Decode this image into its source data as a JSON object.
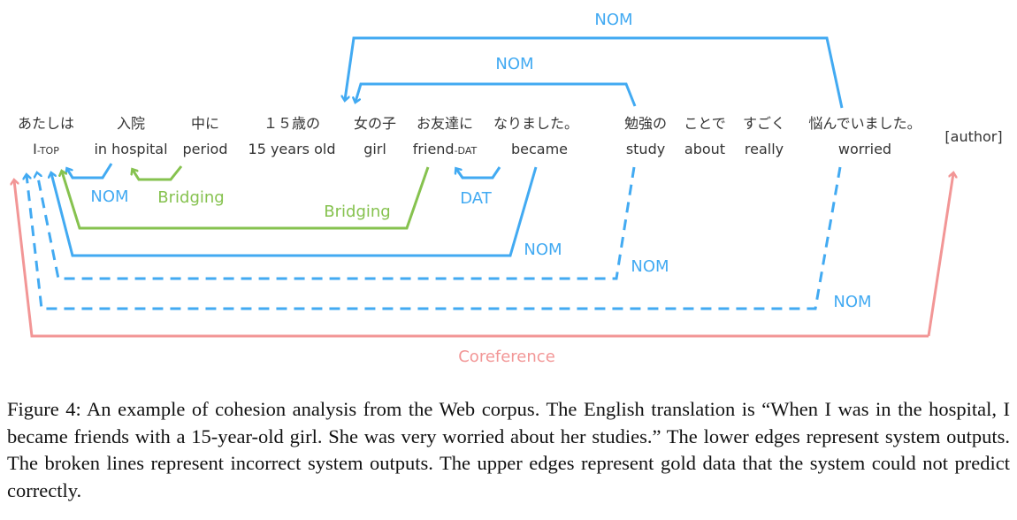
{
  "diagram": {
    "tokens": [
      {
        "jp": "あたしは",
        "en": "I",
        "en_suffix": "-TOP"
      },
      {
        "jp": "入院",
        "en": "in hospital",
        "en_suffix": ""
      },
      {
        "jp": "中に",
        "en": "period",
        "en_suffix": ""
      },
      {
        "jp": "１５歳の",
        "en": "15 years old",
        "en_suffix": ""
      },
      {
        "jp": "女の子",
        "en": "girl",
        "en_suffix": ""
      },
      {
        "jp": "お友達に",
        "en": "friend",
        "en_suffix": "-DAT"
      },
      {
        "jp": "なりました。",
        "en": "became",
        "en_suffix": ""
      },
      {
        "jp": "勉強の",
        "en": "study",
        "en_suffix": ""
      },
      {
        "jp": "ことで",
        "en": "about",
        "en_suffix": ""
      },
      {
        "jp": "すごく",
        "en": "really",
        "en_suffix": ""
      },
      {
        "jp": "悩んでいました。",
        "en": "worried",
        "en_suffix": ""
      }
    ],
    "author_label": "[author]",
    "colors": {
      "nom_dat": "#42aaf2",
      "bridging": "#86c24f",
      "coreference": "#f29696",
      "text": "#333333"
    },
    "upper_edges": [
      {
        "label": "NOM",
        "from": "悩んでいました。",
        "to": "女の子",
        "type": "gold"
      },
      {
        "label": "NOM",
        "from": "勉強の",
        "to": "女の子",
        "type": "gold"
      }
    ],
    "lower_edges": [
      {
        "label": "NOM",
        "from": "入院",
        "to": "あたしは",
        "type": "correct"
      },
      {
        "label": "Bridging",
        "from": "中に",
        "to": "入院",
        "type": "correct"
      },
      {
        "label": "Bridging",
        "from": "お友達に",
        "to": "あたしは",
        "type": "correct"
      },
      {
        "label": "DAT",
        "from": "なりました。",
        "to": "お友達に",
        "type": "correct"
      },
      {
        "label": "NOM",
        "from": "なりました。",
        "to": "あたしは",
        "type": "correct"
      },
      {
        "label": "NOM",
        "from": "勉強の",
        "to": "あたしは",
        "type": "incorrect"
      },
      {
        "label": "NOM",
        "from": "悩んでいました。",
        "to": "あたしは",
        "type": "incorrect"
      },
      {
        "label": "Coreference",
        "from": "[author]",
        "to": "あたしは",
        "type": "correct"
      }
    ]
  },
  "caption": "Figure 4: An example of cohesion analysis from the Web corpus. The English translation is “When I was in the hospital, I became friends with a 15-year-old girl. She was very worried about her studies.” The lower edges represent system outputs. The broken lines represent incorrect system outputs. The upper edges represent gold data that the system could not predict correctly."
}
